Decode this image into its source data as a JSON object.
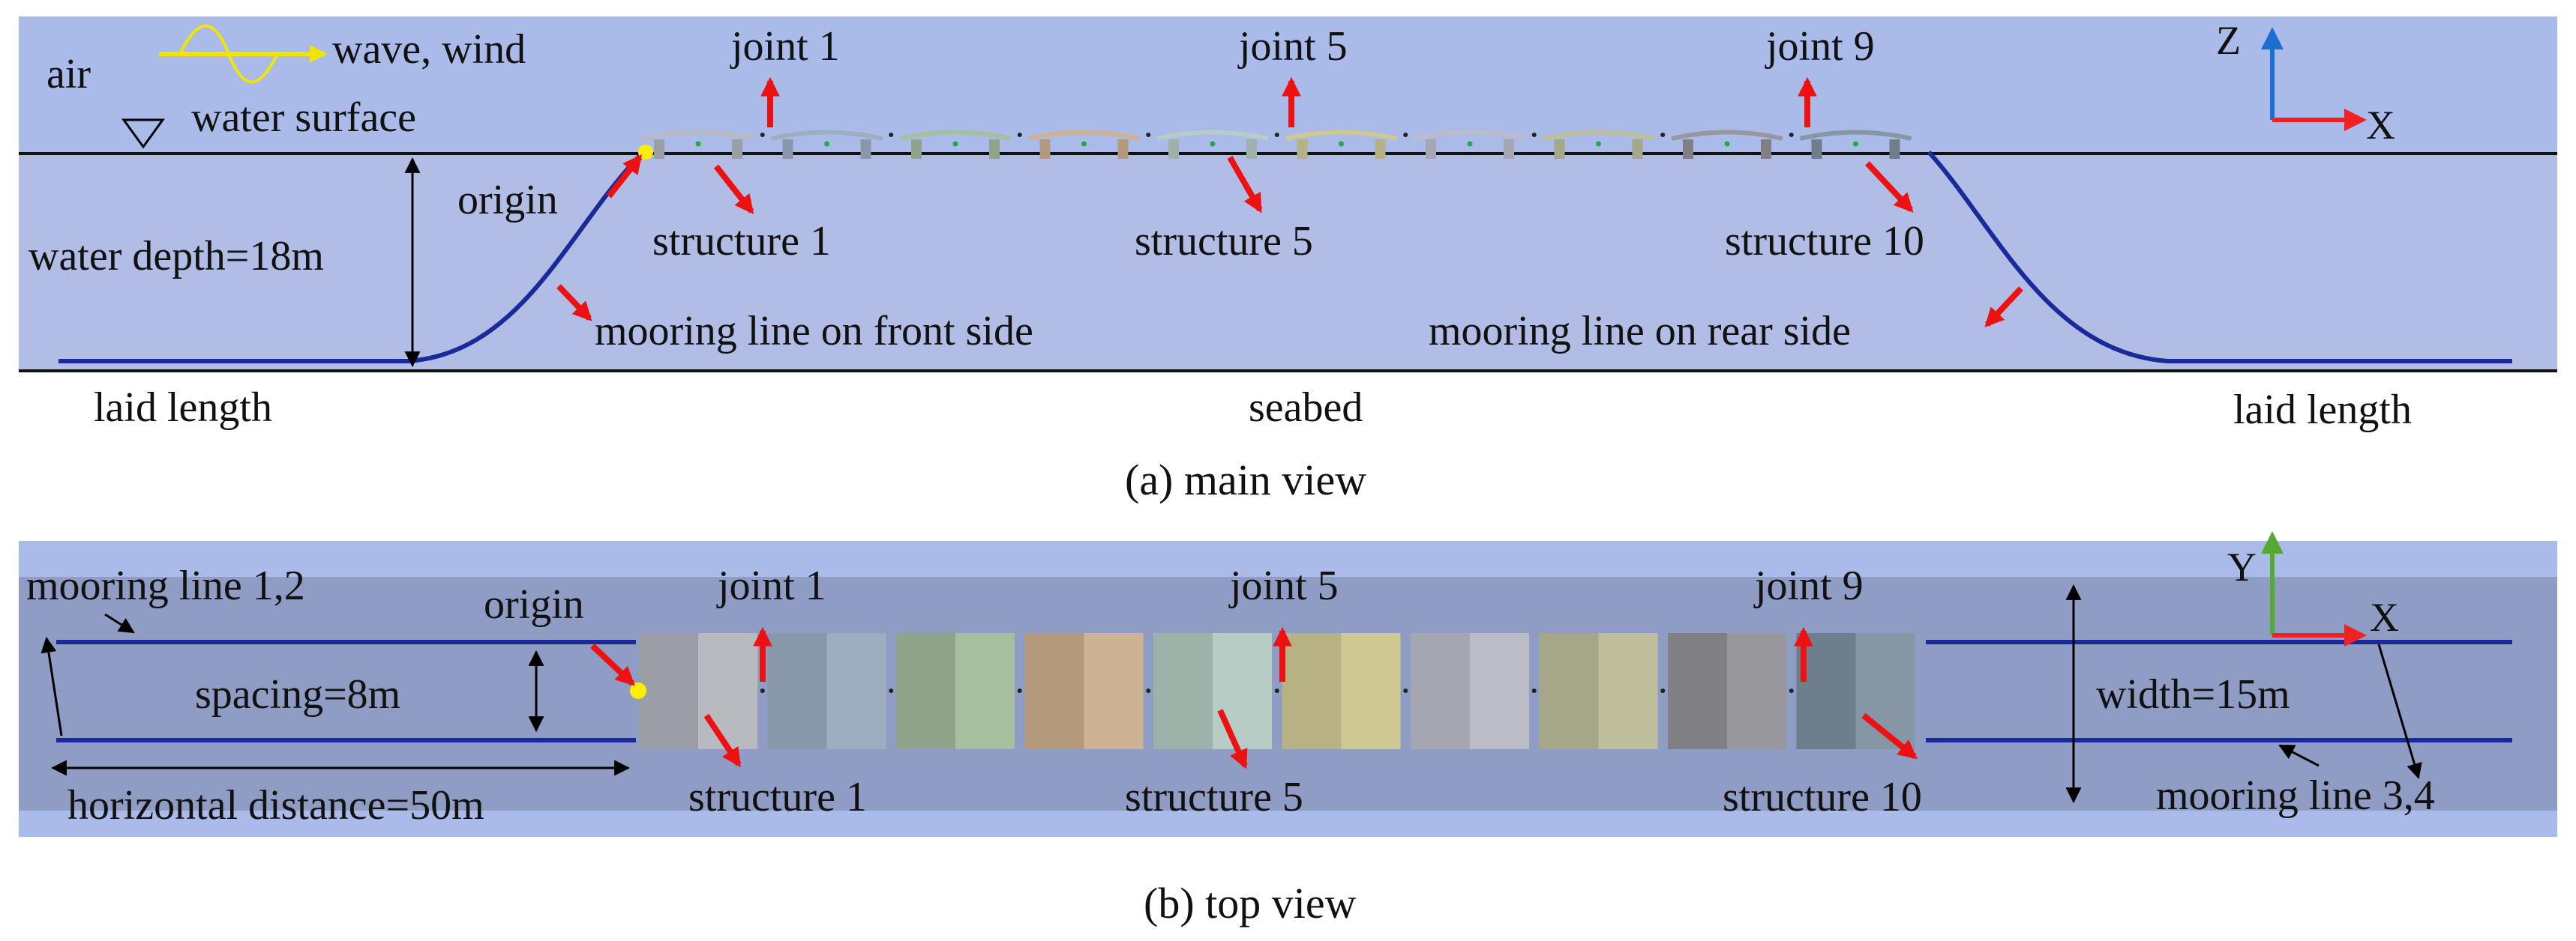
{
  "main_view": {
    "caption": "(a) main view",
    "air": "air",
    "wave_wind": "wave, wind",
    "water_surface": "water surface",
    "origin": "origin",
    "water_depth": "water depth=18m",
    "laid_length_left": "laid length",
    "laid_length_right": "laid length",
    "seabed": "seabed",
    "joint_1": "joint 1",
    "joint_5": "joint 5",
    "joint_9": "joint 9",
    "structure_1": "structure 1",
    "structure_5": "structure 5",
    "structure_10": "structure 10",
    "mooring_front": "mooring line on front side",
    "mooring_rear": "mooring line on rear side",
    "axis_z": "Z",
    "axis_x": "X"
  },
  "top_view": {
    "caption": "(b) top view",
    "mooring_12": "mooring line 1,2",
    "mooring_34": "mooring line 3,4",
    "origin": "origin",
    "spacing": "spacing=8m",
    "horizontal_distance": "horizontal distance=50m",
    "width": "width=15m",
    "joint_1": "joint 1",
    "joint_5": "joint 5",
    "joint_9": "joint 9",
    "structure_1": "structure 1",
    "structure_5": "structure 5",
    "structure_10": "structure 10",
    "axis_y": "Y",
    "axis_x": "X"
  },
  "colors": {
    "sky": "#aabbea",
    "water": "#b1bde5",
    "top_band": "#8f9cc3",
    "mooring": "#1a2a9a",
    "arrow": "#ee1111",
    "origin_dot": "#ffee00",
    "wave": "#f2e600",
    "axis_x": "#ee2222",
    "axis_z": "#1a6fd0",
    "axis_y": "#55aa33"
  },
  "structures_top": [
    {
      "left": "#9c9ea6",
      "right": "#b9bac0"
    },
    {
      "left": "#8897a9",
      "right": "#9eadbf"
    },
    {
      "left": "#8fa48a",
      "right": "#a6bf9f"
    },
    {
      "left": "#b39a7c",
      "right": "#cdb294"
    },
    {
      "left": "#9fb2aa",
      "right": "#b6ccc4"
    },
    {
      "left": "#b8b183",
      "right": "#d0c892"
    },
    {
      "left": "#a5a6b2",
      "right": "#bbbcc8"
    },
    {
      "left": "#a6a689",
      "right": "#bfbf9e"
    },
    {
      "left": "#808084",
      "right": "#98989c"
    },
    {
      "left": "#6f7e8c",
      "right": "#8696a4"
    }
  ]
}
